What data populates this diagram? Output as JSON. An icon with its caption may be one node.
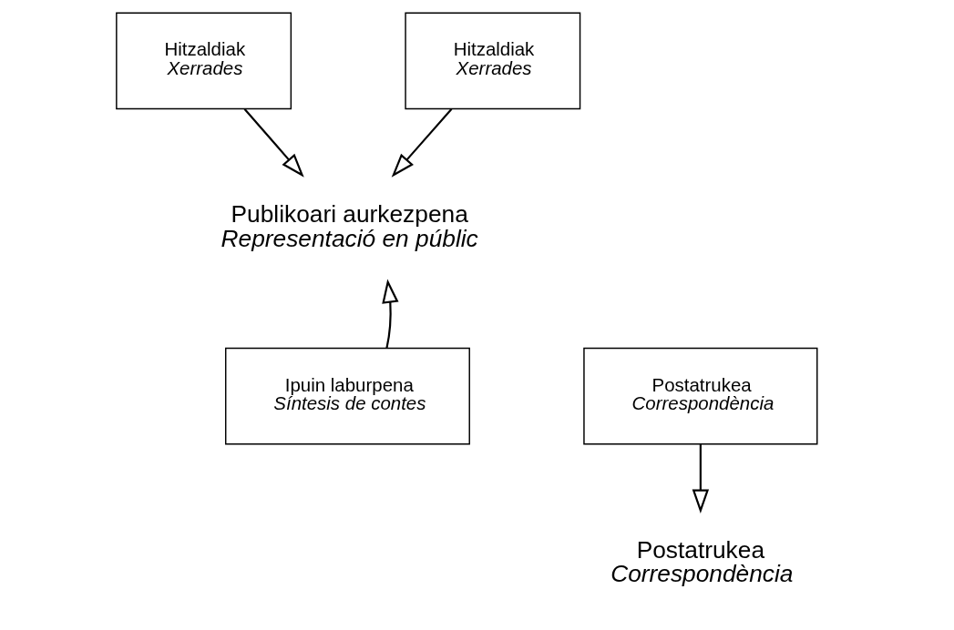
{
  "diagram": {
    "nodes": [
      {
        "text": [
          "Hitzaldiak",
          "Xerrades"
        ]
      },
      {
        "text": [
          "Hitzaldiak",
          "Xerrades"
        ]
      },
      {
        "text": [
          "Publikoari aurkezpena",
          "Representació en públic"
        ]
      },
      {
        "text": [
          "Ipuin laburpena",
          "Síntesis de contes"
        ]
      },
      {
        "text": [
          "Postatrukea",
          "Correspondència"
        ]
      },
      {
        "text": [
          "Postatrukea",
          "Correspondència"
        ]
      }
    ],
    "edges": [
      {
        "from": 0,
        "to": 2,
        "arrow": "to"
      },
      {
        "from": 1,
        "to": 2,
        "arrow": "to"
      },
      {
        "from": 3,
        "to": 2,
        "arrow": "to"
      },
      {
        "from": 4,
        "to": 5,
        "arrow": "to"
      }
    ]
  }
}
